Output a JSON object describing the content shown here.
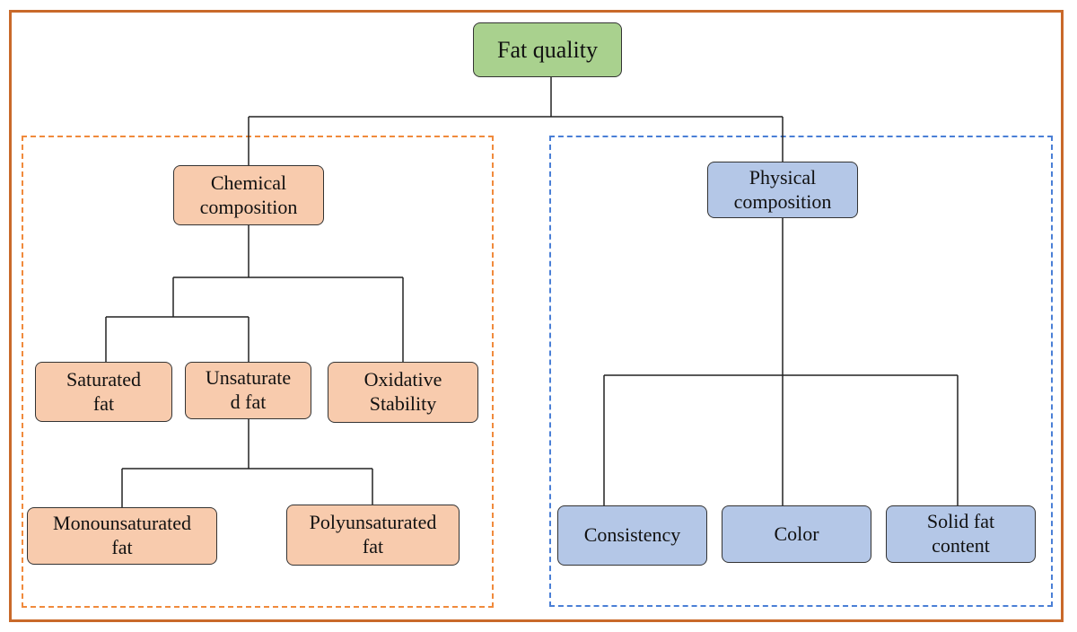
{
  "root": {
    "label": "Fat quality"
  },
  "chemical": {
    "label": "Chemical\ncomposition",
    "children": {
      "saturated": "Saturated\nfat",
      "unsaturated": "Unsaturate\nd fat",
      "oxidative": "Oxidative\nStability",
      "mono": "Monounsaturated\nfat",
      "poly": "Polyunsaturated\nfat"
    }
  },
  "physical": {
    "label": "Physical\ncomposition",
    "children": {
      "consistency": "Consistency",
      "color": "Color",
      "solid": "Solid fat\ncontent"
    }
  },
  "colors": {
    "frame": "#c9692a",
    "chemical_group_border": "#f08a3c",
    "physical_group_border": "#4a7fd6",
    "root_fill": "#a9d18e",
    "chemical_fill": "#f8cbad",
    "physical_fill": "#b4c7e7"
  }
}
